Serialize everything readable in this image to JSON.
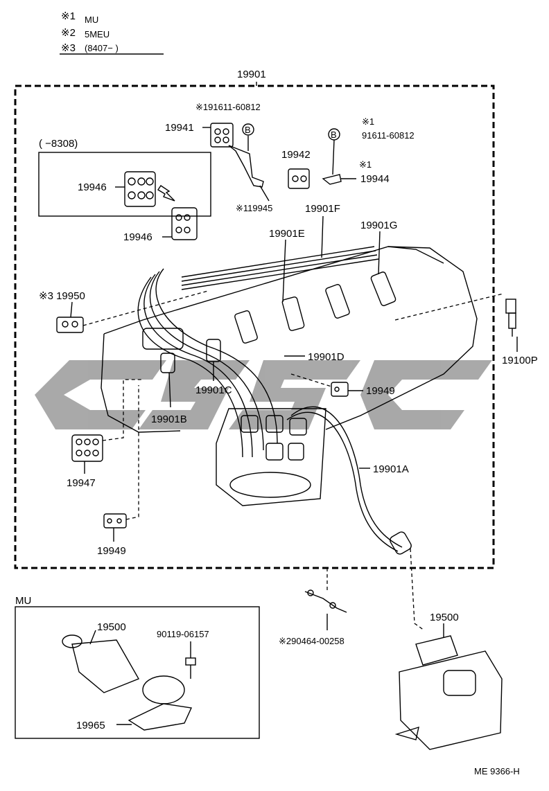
{
  "legend": [
    {
      "mark": "※1",
      "text": "MU"
    },
    {
      "mark": "※2",
      "text": "5MEU"
    },
    {
      "mark": "※3",
      "text": "(8407−          )"
    }
  ],
  "labels": {
    "assembly": "19901",
    "clamp_top_ref": "※191611-60812",
    "part_19941": "19941",
    "circle_b": "B",
    "note_1": "※1",
    "bolt_ref": "91611-60812",
    "part_19942": "19942",
    "part_19944": "19944",
    "part_19945": "※119945",
    "inset_range": "(        −8308)",
    "part_19946_inset": "19946",
    "part_19946": "19946",
    "part_19901F": "19901F",
    "part_19901E": "19901E",
    "part_19901G": "19901G",
    "part_19950": "※3 19950",
    "part_19100P": "19100P",
    "part_19901D": "19901D",
    "part_19901C": "19901C",
    "part_19949_right": "19949",
    "part_19901B": "19901B",
    "part_19947": "19947",
    "part_19901A": "19901A",
    "part_19949_left": "19949",
    "mu_box_title": "MU",
    "part_19500_mu": "19500",
    "part_90119": "90119-06157",
    "part_19965": "19965",
    "part_90464": "※290464-00258",
    "part_19500": "19500",
    "figure_code": "ME 9366-H"
  },
  "colors": {
    "line": "#000000",
    "watermark": "#9a9a9a"
  }
}
